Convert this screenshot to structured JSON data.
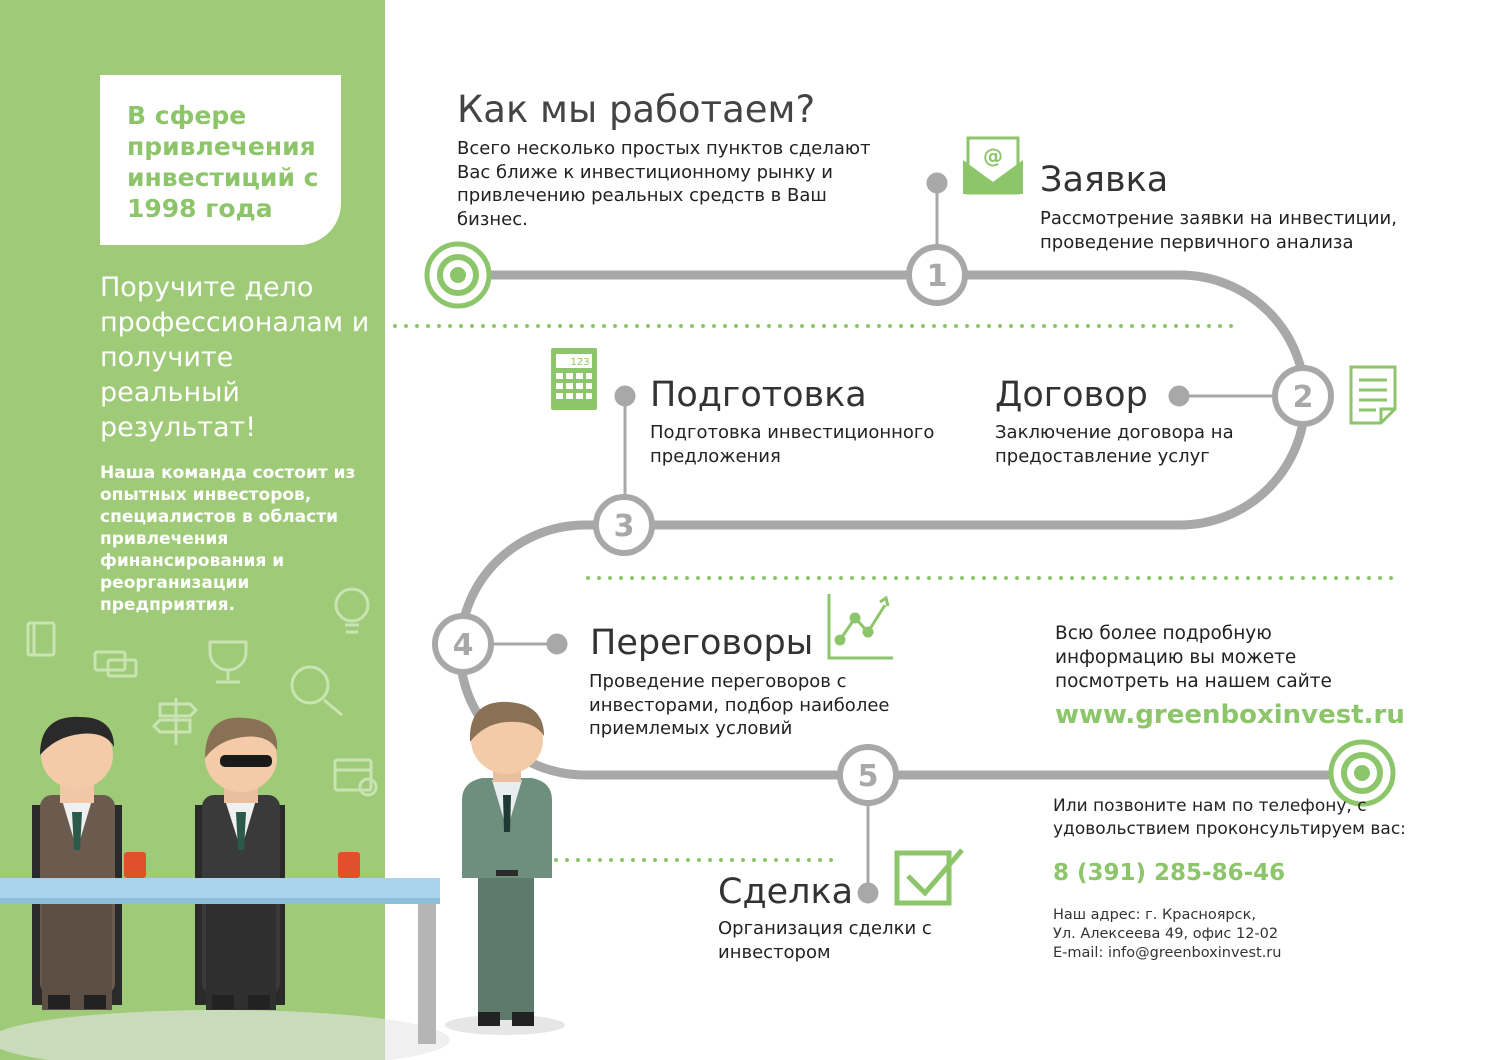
{
  "sidebar": {
    "tagline": "В сфере привлечения инвестиций с 1998 года",
    "slogan": "Поручите дело профессионалам и получите реальный результат!",
    "team": "Наша команда состоит из опытных инвесторов, специалистов в области привлечения финансирования и реорганизации предприятия."
  },
  "header": {
    "title": "Как мы работаем?",
    "intro": "Всего несколько простых пунктов сделают Вас ближе к инвестиционному рынку и привлечению реальных средств в Ваш бизнес."
  },
  "steps": [
    {
      "number": "1",
      "title": "Заявка",
      "text": "Рассмотрение заявки на инвестиции, проведение первичного анализа",
      "icon": "email-icon"
    },
    {
      "number": "2",
      "title": "Договор",
      "text": "Заключение договора на предоставление услуг",
      "icon": "document-icon"
    },
    {
      "number": "3",
      "title": "Подготовка",
      "text": "Подготовка инвестиционного предложения",
      "icon": "calculator-icon"
    },
    {
      "number": "4",
      "title": "Переговоры",
      "text": "Проведение переговоров с инвесторами, подбор наиболее приемлемых условий",
      "icon": "chart-icon"
    },
    {
      "number": "5",
      "title": "Сделка",
      "text": "Организация сделки с инвестором",
      "icon": "checkmark-icon"
    }
  ],
  "contact": {
    "website_text": "Всю более подробную информацию вы можете посмотреть на нашем сайте",
    "website": "www.greenboxinvest.ru",
    "phone_text": "Или позвоните нам по телефону, с удовольствием проконсультируем вас:",
    "phone": "8 (391) 285-86-46",
    "address_line1": "Наш адрес: г. Красноярск,",
    "address_line2": "Ул. Алексеева 49, офис 12-02",
    "email": "E-mail: info@greenboxinvest.ru"
  },
  "colors": {
    "brand_green": "#8dc56a",
    "sidebar_green": "#9fcb78",
    "path_gray": "#a8a8a8"
  }
}
